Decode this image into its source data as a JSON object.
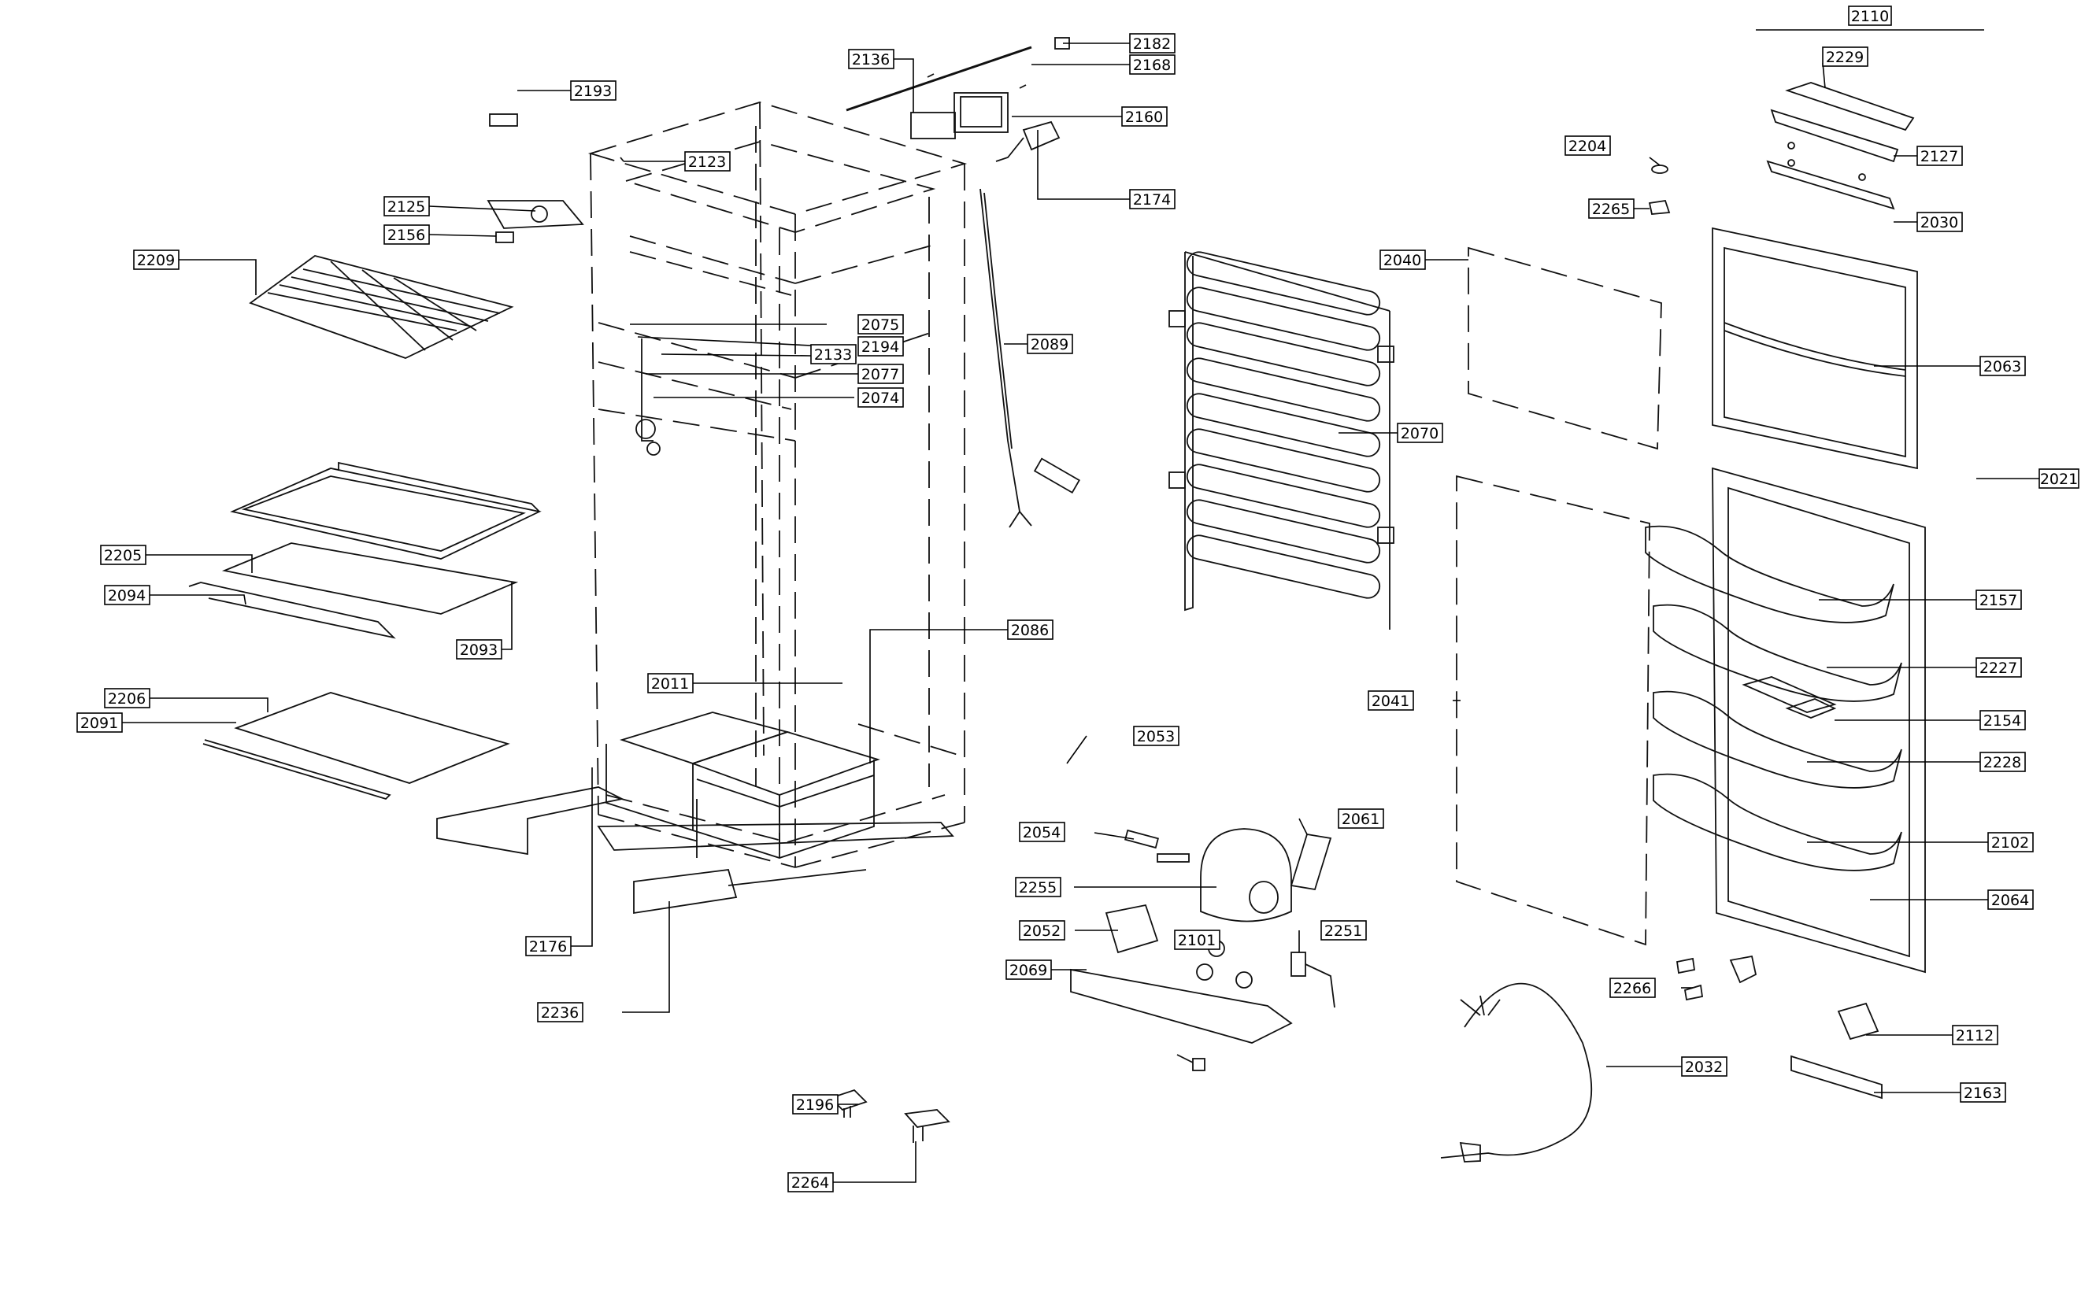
{
  "diagram": {
    "header_label": "2110",
    "callouts": [
      "2182",
      "2168",
      "2136",
      "2160",
      "2174",
      "2193",
      "2123",
      "2125",
      "2156",
      "2209",
      "2075",
      "2194",
      "2133",
      "2077",
      "2074",
      "2089",
      "2205",
      "2094",
      "2093",
      "2011",
      "2086",
      "2206",
      "2091",
      "2176",
      "2236",
      "2196",
      "2264",
      "2040",
      "2070",
      "2041",
      "2053",
      "2054",
      "2061",
      "2255",
      "2052",
      "2101",
      "2251",
      "2069",
      "2204",
      "2265",
      "2229",
      "2127",
      "2030",
      "2063",
      "2021",
      "2157",
      "2227",
      "2154",
      "2228",
      "2102",
      "2064",
      "2266",
      "2032",
      "2112",
      "2163"
    ]
  }
}
